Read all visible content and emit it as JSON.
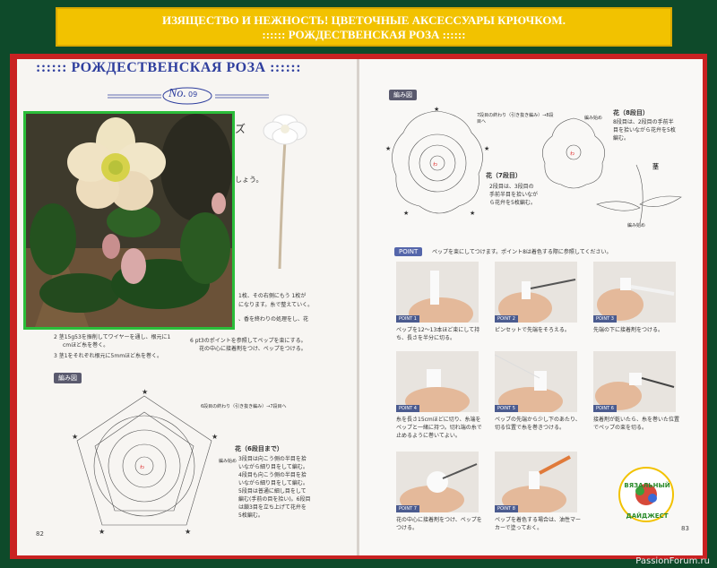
{
  "banner": {
    "line1": "ИЗЯЩЕСТВО И НЕЖНОСТЬ! ЦВЕТОЧНЫЕ АКСЕССУАРЫ КРЮЧКОМ.",
    "line2": "::::::  РОЖДЕСТВЕНСКАЯ РОЗА ::::::"
  },
  "left_page": {
    "title": ":::::: РОЖДЕСТВЕНСКАЯ РОЗА ::::::",
    "no_label": "No.",
    "no_number": "09",
    "fragment_zu": "ズ",
    "fragment_shou": "しょう。",
    "instructions": [
      "1枚、その右側にもう 1枚が",
      "になります。糸で整えていく。",
      "、香を終わりの処理をし、花",
      "2  茎15g53を振削してワイヤーを通し、根元に1",
      "cmほど糸を巻く。",
      "3  茎1をそれぞれ根元に5mmほど糸を巻く。",
      "6  pt3のポイントを参照してペップを束にする。",
      "花の中心に接着剤をつけ、ペップをつける。"
    ],
    "diagram_tag": "編み図",
    "diagram_note": "6段目の終わり（引き抜き編み）→7段目へ",
    "start_note": "編み始め",
    "petal_title": "花（6段目まで）",
    "petal_desc": [
      "3段目は向こう側の半目を拾",
      "いながら細り目をして編む。",
      "4段目も向こう側の半目を拾",
      "いながら細り目をして編む。",
      "5段目は普通に細し目をして",
      "編む(手前の目を拾い)。6段目",
      "は鎖3目を立ち上げて花弁を",
      "5枚編む。"
    ],
    "page_number": "82"
  },
  "right_page": {
    "diagram_tag": "編み図",
    "note_top": "7段目の終わり（引き抜き編み）→8段目へ",
    "flower8_title": "花（8段目）",
    "flower8_desc": [
      "8段目は、2段目の手前半",
      "目を拾いながら花弁を5枚",
      "編む。"
    ],
    "start_note": "編み始め",
    "stem_title": "茎",
    "flower7_title": "花（7段目）",
    "flower7_desc": [
      "2段目は、3段目の",
      "手前半目を拾いなが",
      "ら花弁を5枚編む。"
    ],
    "start_note2": "編み始め",
    "point_tag": "POINT",
    "point_intro": "ペップを束にしてつけます。ポイント8は着色する際に参照してください。",
    "points": [
      {
        "label": "POINT 1",
        "caption": "ペップを12〜13本ほど束にして持ち、長さを半分に切る。"
      },
      {
        "label": "POINT 2",
        "caption": "ピンセットで先端をそろえる。"
      },
      {
        "label": "POINT 3",
        "caption": "先端の下に接着剤をつける。"
      },
      {
        "label": "POINT 4",
        "caption": "糸を長さ15cmほどに切り、糸端をペップと一緒に持つ。切れ端の糸で止めるように巻いてよい。"
      },
      {
        "label": "POINT 5",
        "caption": "ペップの先端から少し下のあたり、切る位置で糸を巻きつける。"
      },
      {
        "label": "POINT 6",
        "caption": "接着剤が乾いたら、糸を巻いた位置でペップの束を切る。"
      },
      {
        "label": "POINT 7",
        "caption": "花の中心に接着剤をつけ、ペップをつける。"
      },
      {
        "label": "POINT 8",
        "caption": "ペップを着色する場合は、油性マーカーで塗っておく。"
      }
    ],
    "logo_text": "ВЯЗАЛЬНЫЙ ДАЙДЖЕСТ",
    "page_number": "83"
  },
  "watermark": "PassionForum.ru"
}
